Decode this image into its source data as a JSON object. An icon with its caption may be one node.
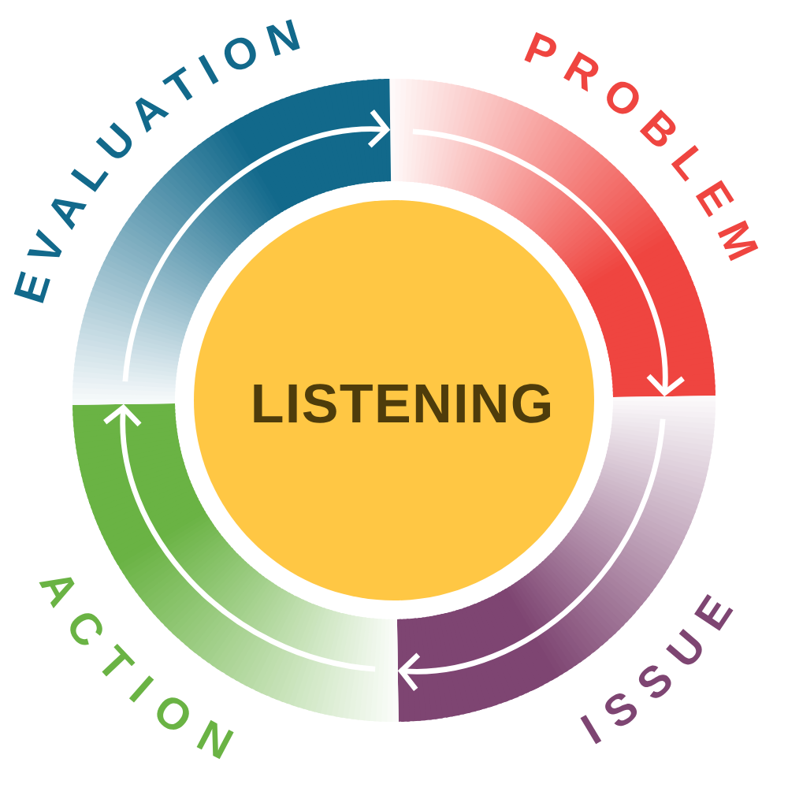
{
  "diagram": {
    "nodes": [
      {
        "text": [
          "LISTENING"
        ]
      },
      {
        "text": [
          "PROBLEM"
        ]
      },
      {
        "text": [
          "ISSUE"
        ]
      },
      {
        "text": [
          "ACTION"
        ]
      },
      {
        "text": [
          "EVALUATION"
        ]
      }
    ],
    "edges": [
      {
        "from": 1,
        "to": 2,
        "arrow": "to"
      },
      {
        "from": 2,
        "to": 3,
        "arrow": "to"
      },
      {
        "from": 3,
        "to": 4,
        "arrow": "to"
      },
      {
        "from": 4,
        "to": 1,
        "arrow": "to"
      }
    ]
  }
}
